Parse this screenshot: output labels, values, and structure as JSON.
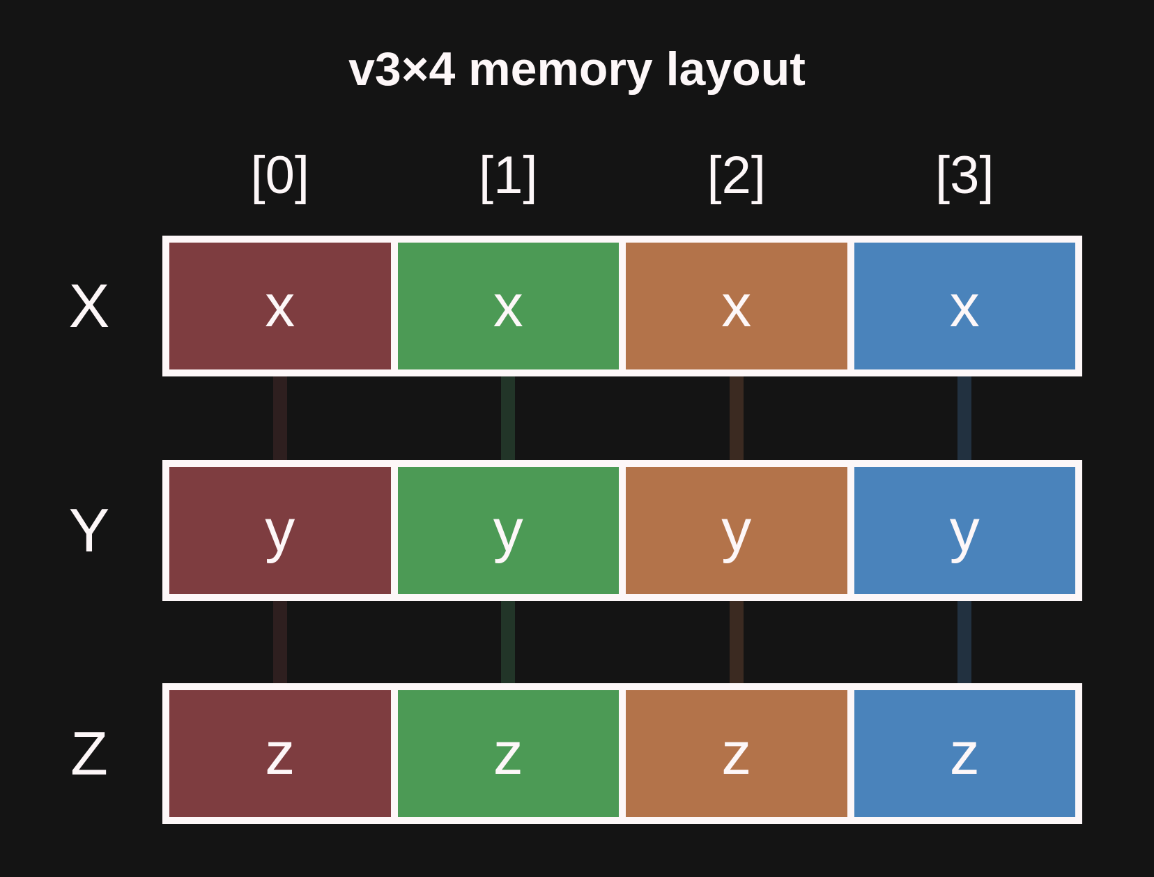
{
  "title": "v3×4 memory layout",
  "column_headers": [
    "[0]",
    "[1]",
    "[2]",
    "[3]"
  ],
  "rows": [
    {
      "label": "X",
      "cells": [
        "x",
        "x",
        "x",
        "x"
      ]
    },
    {
      "label": "Y",
      "cells": [
        "y",
        "y",
        "y",
        "y"
      ]
    },
    {
      "label": "Z",
      "cells": [
        "z",
        "z",
        "z",
        "z"
      ]
    }
  ],
  "colors": {
    "background": "#141414",
    "frame": "#fdf7f8",
    "text": "#fdf7f8",
    "cell_colors": [
      "#7e3d40",
      "#4c9a55",
      "#b3734a",
      "#4a83bb"
    ],
    "connector_colors": [
      "#2e1f1f",
      "#223528",
      "#3b2a21",
      "#223140"
    ]
  }
}
